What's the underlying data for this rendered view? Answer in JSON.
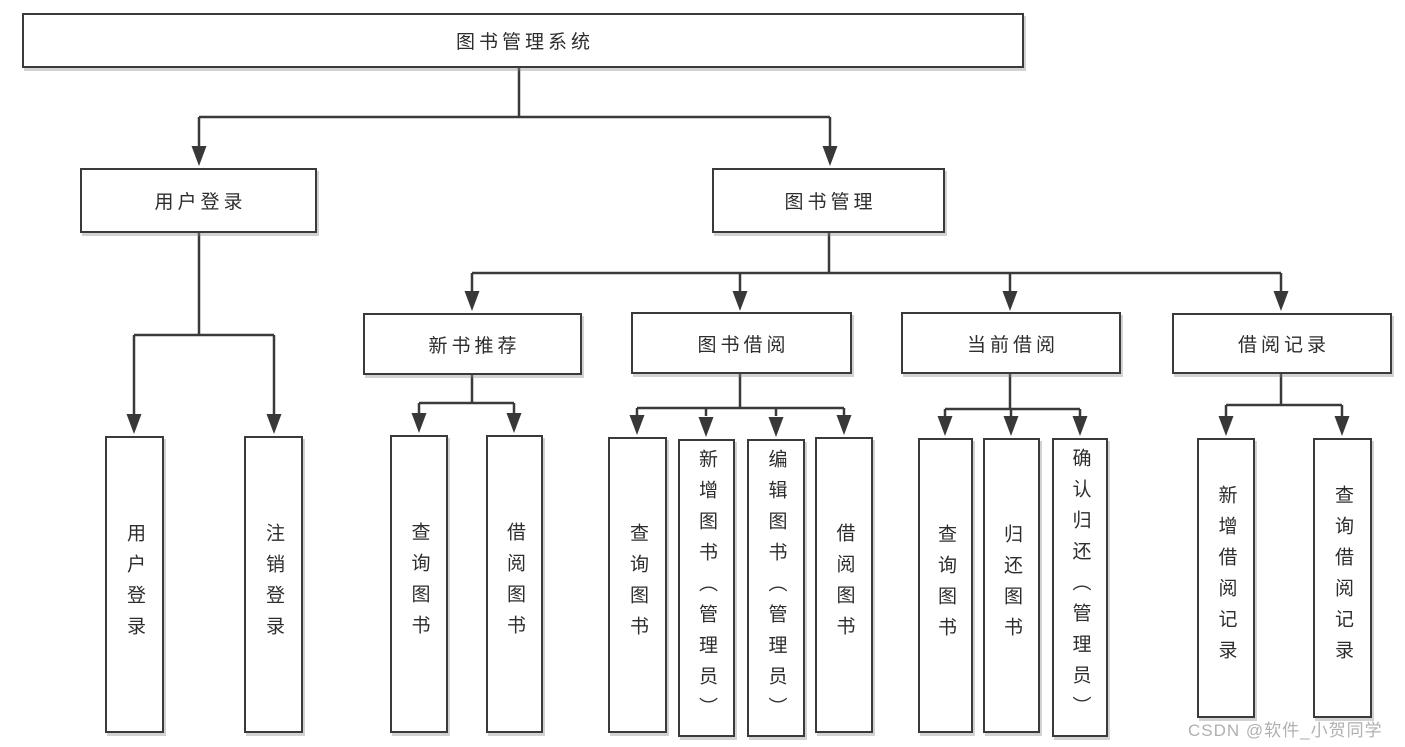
{
  "diagram_title": "图书管理系统",
  "tree": {
    "label": "图书管理系统",
    "children": [
      {
        "label": "用户登录",
        "children": [
          {
            "label": "用户登录"
          },
          {
            "label": "注销登录"
          }
        ]
      },
      {
        "label": "图书管理",
        "children": [
          {
            "label": "新书推荐",
            "children": [
              {
                "label": "查询图书"
              },
              {
                "label": "借阅图书"
              }
            ]
          },
          {
            "label": "图书借阅",
            "children": [
              {
                "label": "查询图书"
              },
              {
                "label": "新增图书（管理员）"
              },
              {
                "label": "编辑图书（管理员）"
              },
              {
                "label": "借阅图书"
              }
            ]
          },
          {
            "label": "当前借阅",
            "children": [
              {
                "label": "查询图书"
              },
              {
                "label": "归还图书"
              },
              {
                "label": "确认归还（管理员）"
              }
            ]
          },
          {
            "label": "借阅记录",
            "children": [
              {
                "label": "新增借阅记录"
              },
              {
                "label": "查询借阅记录"
              }
            ]
          }
        ]
      }
    ]
  },
  "watermark": {
    "text": "CSDN @软件_小贺同学"
  },
  "colors": {
    "line": "#3a3a3a",
    "text": "#2d2d2d",
    "watermark": "#b0b0b0",
    "background": "#ffffff"
  }
}
